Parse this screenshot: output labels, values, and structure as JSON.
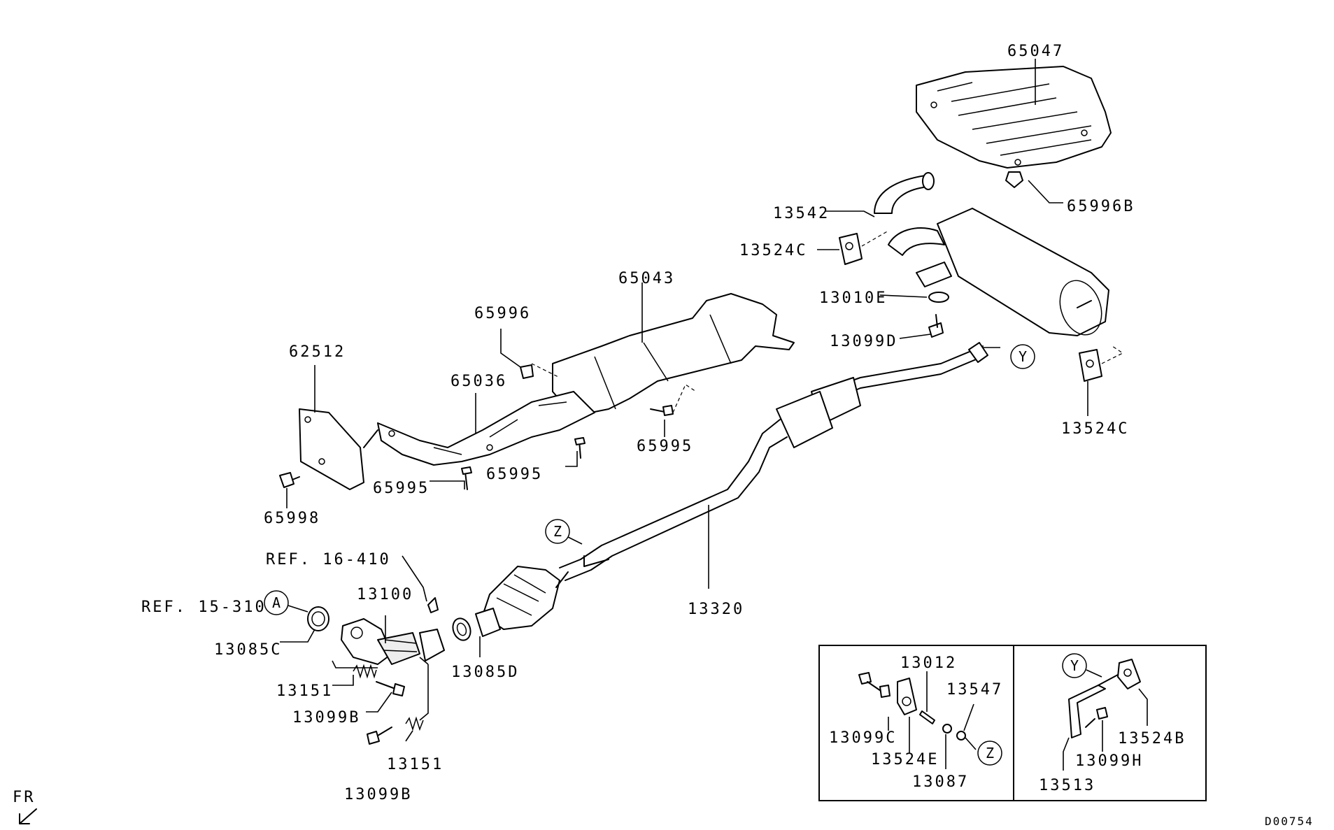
{
  "diagram_id": "D00754",
  "orientation_label": "FR",
  "labels": {
    "p65047": "65047",
    "p65996B": "65996B",
    "p13542": "13542",
    "p13524C_top": "13524C",
    "p13010E": "13010E",
    "p13099D": "13099D",
    "p13524C_right": "13524C",
    "p65043": "65043",
    "p65996": "65996",
    "p62512": "62512",
    "p65036": "65036",
    "p65995_right": "65995",
    "p65995_mid": "65995",
    "p65995_left": "65995",
    "p65998": "65998",
    "p13320": "13320",
    "p13100": "13100",
    "p13085C": "13085C",
    "p13085D": "13085D",
    "p13151_top": "13151",
    "p13099B_top": "13099B",
    "p13151_bottom": "13151",
    "p13099B_bottom": "13099B",
    "ref16": "REF. 16-410",
    "ref15": "REF. 15-310",
    "d_13012": "13012",
    "d_13547": "13547",
    "d_13099C": "13099C",
    "d_13524E": "13524E",
    "d_13087": "13087",
    "d_13524B": "13524B",
    "d_13099H": "13099H",
    "d_13513": "13513"
  },
  "callouts": {
    "A": "A",
    "Y_main": "Y",
    "Z_main": "Z",
    "Z_detail": "Z",
    "Y_detail": "Y"
  }
}
